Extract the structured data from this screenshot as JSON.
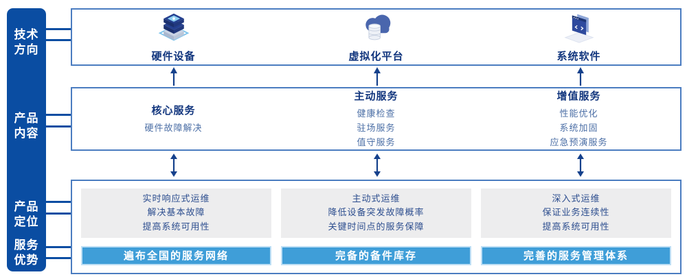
{
  "sidebar": {
    "items": [
      {
        "label": "技术\n方向"
      },
      {
        "label": "产品\n内容"
      },
      {
        "label": "产品\n定位"
      },
      {
        "label": "服务\n优势"
      }
    ]
  },
  "tech_row": {
    "items": [
      {
        "icon": "hardware-stack-icon",
        "label": "硬件设备"
      },
      {
        "icon": "cloud-database-icon",
        "label": "虚拟化平台"
      },
      {
        "icon": "code-window-icon",
        "label": "系统软件"
      }
    ]
  },
  "services_row": {
    "columns": [
      {
        "title": "核心服务",
        "items": [
          "硬件故障解决"
        ]
      },
      {
        "title": "主动服务",
        "items": [
          "健康检查",
          "驻场服务",
          "值守服务"
        ]
      },
      {
        "title": "增值服务",
        "items": [
          "性能优化",
          "系统加固",
          "应急预演服务"
        ]
      }
    ]
  },
  "positioning_row": {
    "columns": [
      {
        "description": [
          "实时响应式运维",
          "解决基本故障",
          "提高系统可用性"
        ],
        "advantage": "遍布全国的服务网络"
      },
      {
        "description": [
          "主动式运维",
          "降低设备突发故障概率",
          "关键时间点的服务保障"
        ],
        "advantage": "完备的备件库存"
      },
      {
        "description": [
          "深入式运维",
          "保证业务连续性",
          "提高系统可用性"
        ],
        "advantage": "完善的服务管理体系"
      }
    ]
  },
  "colors": {
    "sidebar_bg": "#0a4da2",
    "box_border": "#4a7cc0",
    "heading_text": "#12367e",
    "item_text": "#4c6fa6",
    "arrow": "#15418c",
    "panel_bg": "#ededee",
    "panel_text": "#2d4e8f",
    "advantage_bar_bg": "#3f9ed8",
    "advantage_bar_text": "#ffffff"
  }
}
